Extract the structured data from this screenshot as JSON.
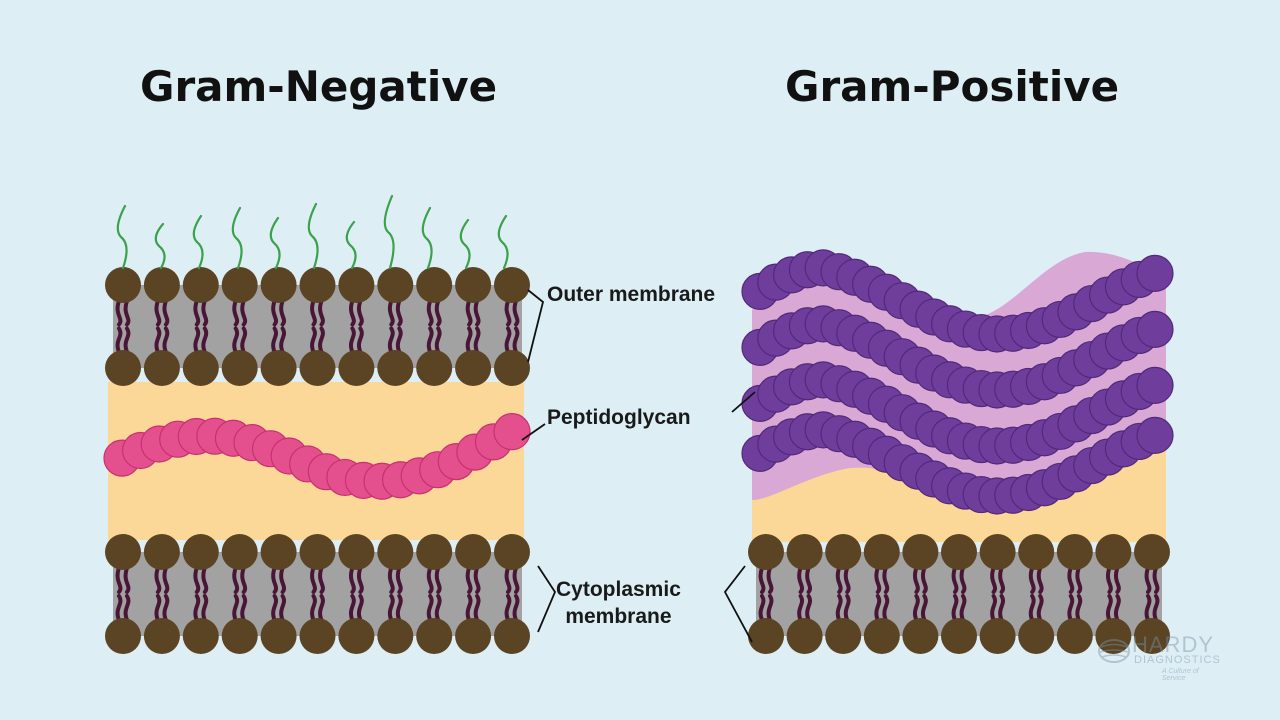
{
  "titles": {
    "left": "Gram-Negative",
    "right": "Gram-Positive"
  },
  "labels": {
    "outer_membrane": "Outer membrane",
    "peptidoglycan": "Peptidoglycan",
    "cytoplasmic_line1": "Cytoplasmic",
    "cytoplasmic_line2": "membrane"
  },
  "logo": {
    "name": "HARDY",
    "subtitle": "DIAGNOSTICS",
    "tagline": "A Culture of Service"
  },
  "colors": {
    "background": "#ddeef5",
    "lipid_head": "#5a4424",
    "lipid_tail": "#4a1638",
    "membrane_core": "#a2a2a2",
    "periplasm": "#fcd898",
    "gram_negative_peptidoglycan": "#e4508e",
    "gram_positive_peptidoglycan": "#6f3e9c",
    "gram_positive_matrix": "#d9a8d4",
    "lps_chain": "#3aa24a"
  }
}
